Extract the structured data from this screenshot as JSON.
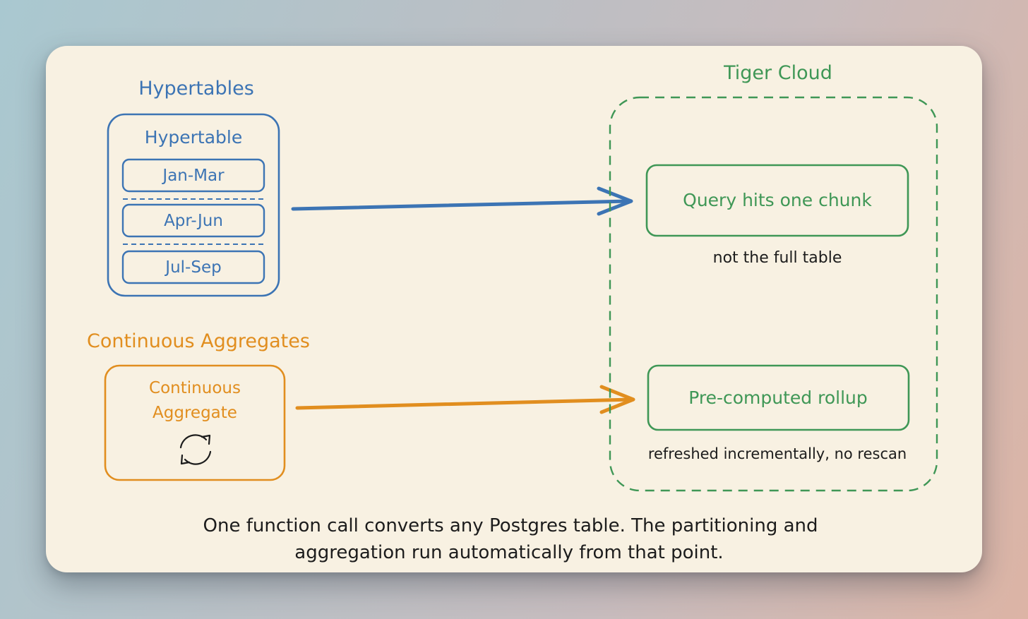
{
  "colors": {
    "blue": "#3c74b4",
    "orange": "#e18e1f",
    "green": "#3f9756",
    "ink": "#1c1c1c",
    "card": "#f8f1e2"
  },
  "hypertables": {
    "section_title": "Hypertables",
    "box_title": "Hypertable",
    "chunks": [
      "Jan-Mar",
      "Apr-Jun",
      "Jul-Sep"
    ]
  },
  "aggregates": {
    "section_title": "Continuous Aggregates",
    "box_title_line1": "Continuous",
    "box_title_line2": "Aggregate",
    "icon": "refresh-cycle-icon"
  },
  "cloud": {
    "title": "Tiger Cloud",
    "query_box": "Query hits one chunk",
    "query_note": "not the full table",
    "rollup_box": "Pre-computed rollup",
    "rollup_note": "refreshed incrementally, no rescan"
  },
  "caption": {
    "line1": "One function call converts any Postgres table. The partitioning and",
    "line2": "aggregation run automatically from that point."
  }
}
